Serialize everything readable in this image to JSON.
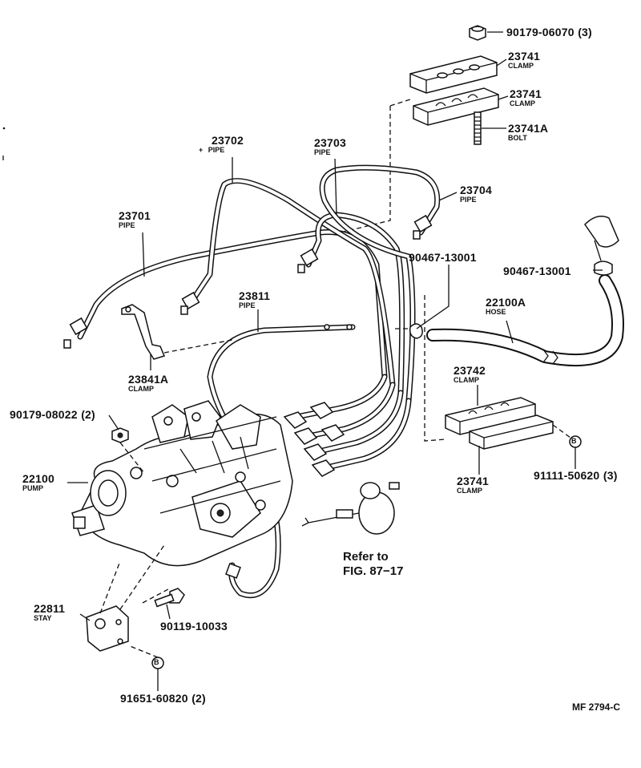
{
  "parts": [
    {
      "id": "p1",
      "number": "90179-06070",
      "qty": "(3)",
      "name": ""
    },
    {
      "id": "p2",
      "number": "23741",
      "qty": "",
      "name": "CLAMP"
    },
    {
      "id": "p3",
      "number": "23741",
      "qty": "",
      "name": "CLAMP"
    },
    {
      "id": "p4",
      "number": "23741A",
      "qty": "",
      "name": "BOLT"
    },
    {
      "id": "p5",
      "number": "23702",
      "qty": "",
      "name": "PIPE",
      "marker": "+"
    },
    {
      "id": "p6",
      "number": "23703",
      "qty": "",
      "name": "PIPE"
    },
    {
      "id": "p7",
      "number": "23704",
      "qty": "",
      "name": "PIPE"
    },
    {
      "id": "p8",
      "number": "23701",
      "qty": "",
      "name": "PIPE"
    },
    {
      "id": "p9",
      "number": "90467-13001",
      "qty": "",
      "name": ""
    },
    {
      "id": "p10",
      "number": "90467-13001",
      "qty": "",
      "name": ""
    },
    {
      "id": "p11",
      "number": "23811",
      "qty": "",
      "name": "PIPE"
    },
    {
      "id": "p12",
      "number": "22100A",
      "qty": "",
      "name": "HOSE"
    },
    {
      "id": "p13",
      "number": "23742",
      "qty": "",
      "name": "CLAMP"
    },
    {
      "id": "p14",
      "number": "23841A",
      "qty": "",
      "name": "CLAMP"
    },
    {
      "id": "p15",
      "number": "90179-08022",
      "qty": "(2)",
      "name": ""
    },
    {
      "id": "p16",
      "number": "22100",
      "qty": "",
      "name": "PUMP"
    },
    {
      "id": "p17",
      "number": "23741",
      "qty": "",
      "name": "CLAMP"
    },
    {
      "id": "p18",
      "number": "91111-50620",
      "qty": "(3)",
      "name": ""
    },
    {
      "id": "p19",
      "number": "22811",
      "qty": "",
      "name": "STAY"
    },
    {
      "id": "p20",
      "number": "90119-10033",
      "qty": "",
      "name": ""
    },
    {
      "id": "p21",
      "number": "91651-60820",
      "qty": "(2)",
      "name": ""
    }
  ],
  "reference": {
    "line1": "Refer to",
    "line2": "FIG. 87−17"
  },
  "figure_code": "MF 2794-C",
  "washer_mark": "B"
}
